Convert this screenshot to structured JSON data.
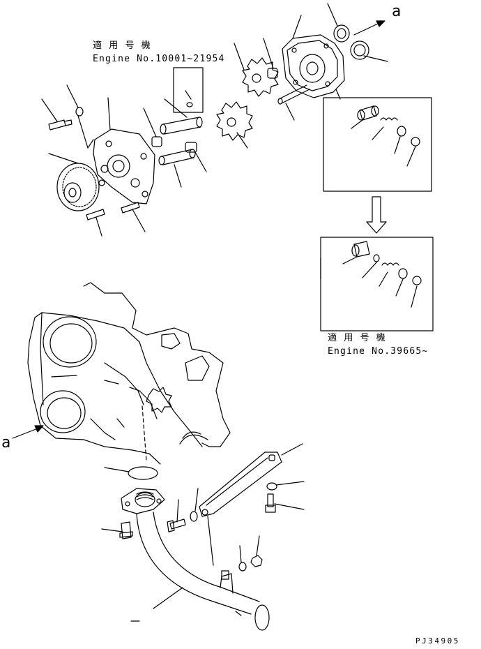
{
  "applicability_top": {
    "label_jp": "適 用 号 機",
    "engine_range": "Engine No.10001~21954"
  },
  "applicability_bottom": {
    "label_jp": "適 用 号 機",
    "engine_range": "Engine No.39665~"
  },
  "callouts": {
    "a_top": "a",
    "a_left": "a"
  },
  "drawing_code": "PJ34905"
}
